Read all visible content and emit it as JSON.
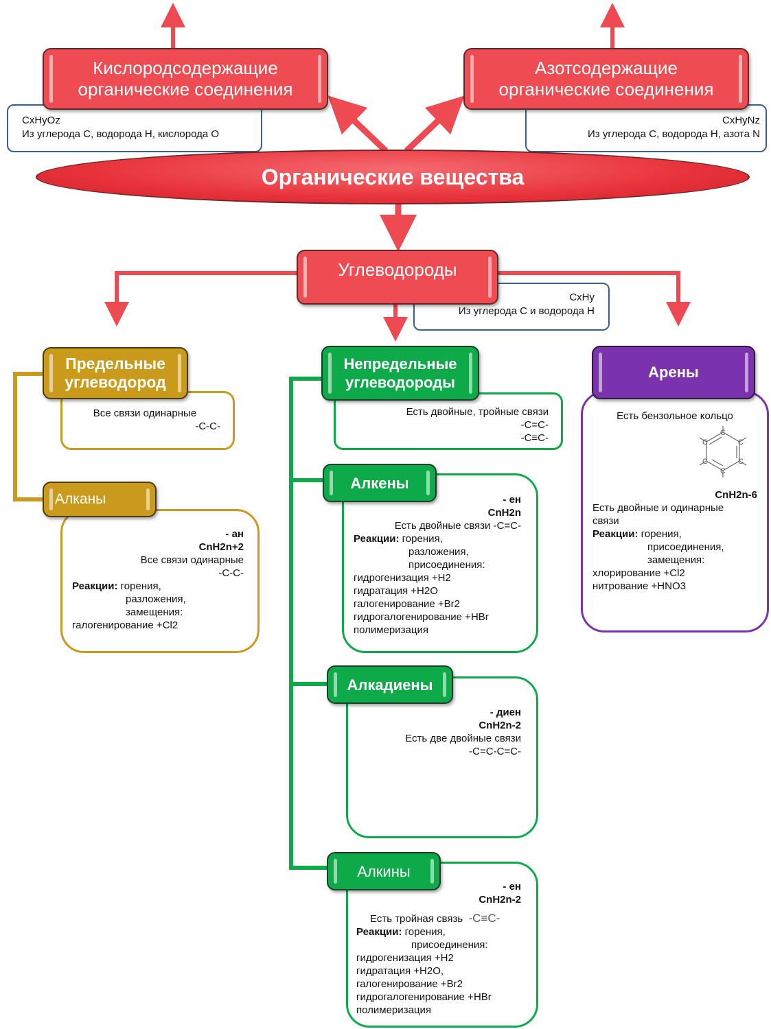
{
  "root": {
    "title": "Органические вещества"
  },
  "oxygen": {
    "title": "Кислородсодержащие\nорганические соединения",
    "formula": "CxHyOz",
    "composition": "Из углерода C, водорода H, кислорода O"
  },
  "nitrogen": {
    "title": "Азотсодержащие\nорганические соединения",
    "formula": "CxHyNz",
    "composition": "Из углерода C, водорода H, азота N"
  },
  "hydrocarbons": {
    "title": "Углеводороды",
    "formula": "CxHy",
    "composition": "Из углерода C и водорода H"
  },
  "saturated": {
    "title": "Предельные\nуглеводород",
    "desc": "Все связи одинарные",
    "bond": "-C-C-"
  },
  "alkanes": {
    "title": "Алканы",
    "suffix": "- ан",
    "formula": "CnH2n+2",
    "desc": "Все связи одинарные",
    "bond": "-C-C-",
    "reactions_label": "Реакции:",
    "reactions": [
      "горения,",
      "разложения,",
      "замещения:"
    ],
    "detail": [
      "галогенирование +Cl2"
    ]
  },
  "unsaturated": {
    "title": "Непредельные\nуглеводороды",
    "desc": "Есть двойные, тройные связи",
    "bond1": "-C=C-",
    "bond2": "-C≡C-"
  },
  "alkenes": {
    "title": "Алкены",
    "suffix": "- ен",
    "formula": "CnH2n",
    "desc": "Есть двойные связи -C=C-",
    "reactions_label": "Реакции:",
    "reactions": [
      "горения,",
      "разложения,",
      "присоединения:"
    ],
    "detail": [
      "гидрогенизация +H2",
      "гидратация +H2O",
      "галогенирование +Br2",
      "гидрогалогенирование +HBr",
      "полимеризация"
    ]
  },
  "alkadienes": {
    "title": "Алкадиены",
    "suffix": "- диен",
    "formula": "CnH2n-2",
    "desc": "Есть две двойные связи",
    "bond": "-C=C-C=C-"
  },
  "alkynes": {
    "title": "Алкины",
    "suffix": "- ен",
    "formula": "CnH2n-2",
    "desc": "Есть тройная связь",
    "bond": "-C≡C-",
    "reactions_label": "Реакции:",
    "reactions": [
      "горения,",
      "присоединения:"
    ],
    "detail": [
      "гидрогенизация +H2",
      "гидратация +H2O,",
      "галогенирование +Br2",
      "гидрогалогенирование +HBr",
      "полимеризация"
    ]
  },
  "arenes": {
    "title": "Арены",
    "desc": "Есть бензольное кольцо",
    "formula": "CnH2n-6",
    "desc2": [
      "Есть двойные и одинарные",
      "связи"
    ],
    "reactions_label": "Реакции:",
    "reactions": [
      "горения,",
      "присоединения,",
      "замещения:"
    ],
    "detail": [
      "хлорирование +Cl2",
      "нитрование +HNO3"
    ],
    "ring_atom": "C"
  },
  "colors": {
    "red": "#ef4b52",
    "gold": "#c99a1c",
    "green": "#0eaa4a",
    "purple": "#7b32ad",
    "blue_outline": "#3a5f8d"
  }
}
